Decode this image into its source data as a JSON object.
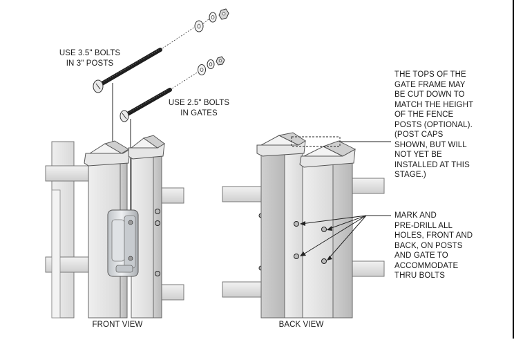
{
  "labels": {
    "bolts_posts_line1": "USE 3.5\" BOLTS",
    "bolts_posts_line2": "IN 3\" POSTS",
    "bolts_gates_line1": "USE 2.5\" BOLTS",
    "bolts_gates_line2": "IN GATES",
    "tops_note": [
      "THE TOPS OF THE",
      "GATE FRAME MAY",
      "BE CUT DOWN TO",
      "MATCH THE HEIGHT",
      "OF THE FENCE",
      "POSTS (OPTIONAL).",
      "(POST CAPS",
      "SHOWN, BUT WILL",
      "NOT YET BE",
      "INSTALLED AT THIS",
      "STAGE.)"
    ],
    "drill_note": [
      "MARK AND",
      "PRE-DRILL ALL",
      "HOLES, FRONT AND",
      "BACK, ON POSTS",
      "AND GATE TO",
      "ACCOMMODATE",
      "THRU BOLTS"
    ],
    "front_view": "FRONT VIEW",
    "back_view": "BACK VIEW"
  }
}
